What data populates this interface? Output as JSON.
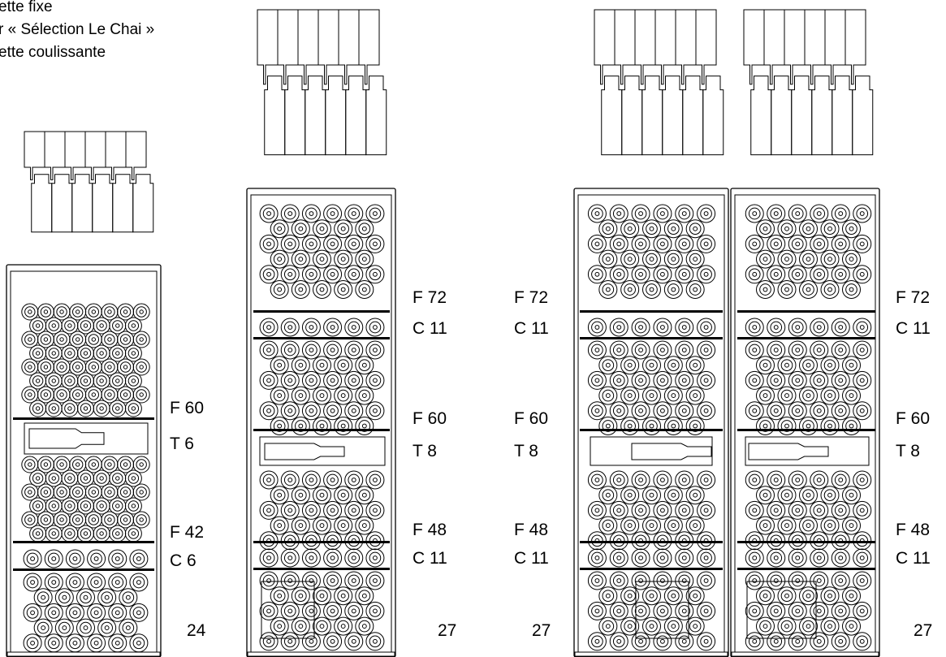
{
  "legend": [
    "ette fixe",
    "r « Sélection Le Chai »",
    "ette coulissante"
  ],
  "cabinets": [
    {
      "name": "cabinet-1",
      "labels": [
        {
          "f": "F 60",
          "s": "T  6"
        },
        {
          "f": "F 42",
          "s": "C  6"
        }
      ],
      "total": "24"
    },
    {
      "name": "cabinet-2",
      "labels": [
        {
          "f": "F 72",
          "s": "C 11"
        },
        {
          "f": "F 60",
          "s": "T  8"
        },
        {
          "f": "F 48",
          "s": "C 11"
        }
      ],
      "total": "27"
    },
    {
      "name": "cabinet-3",
      "labels": [
        {
          "f": "F 72",
          "s": "C 11"
        },
        {
          "f": "F 60",
          "s": "T  8"
        },
        {
          "f": "F 48",
          "s": "C 11"
        }
      ],
      "total": "27"
    },
    {
      "name": "cabinet-4",
      "labels": [
        {
          "f": "F 72",
          "s": "C 11"
        },
        {
          "f": "F 60",
          "s": "T  8"
        },
        {
          "f": "F 48",
          "s": "C 11"
        }
      ],
      "total": "27"
    }
  ]
}
